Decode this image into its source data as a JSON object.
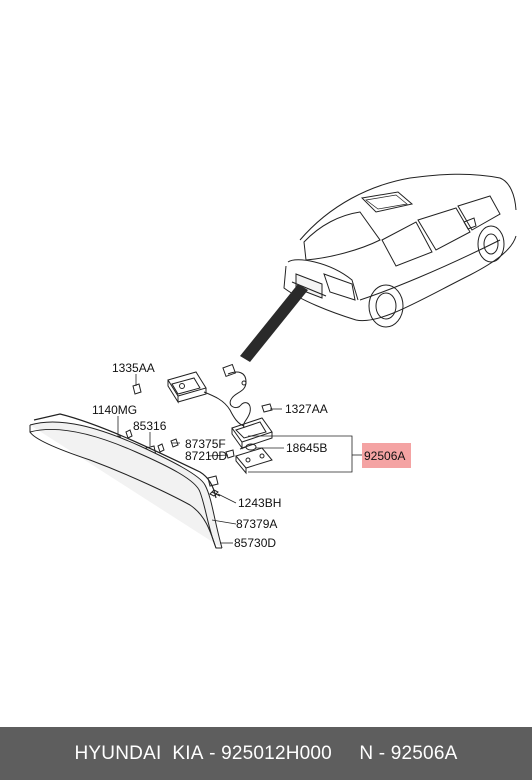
{
  "parts": {
    "p1335AA": "1335AA",
    "p1140MG": "1140MG",
    "p85316": "85316",
    "p87375F": "87375F",
    "p87210D": "87210D",
    "p1327AA": "1327AA",
    "p18645B": "18645B",
    "p92506A": "92506A",
    "p1243BH": "1243BH",
    "p87379A": "87379A",
    "p85730D": "85730D"
  },
  "colors": {
    "highlight": "#f4a3a3",
    "footer_bg": "#5e5e5e",
    "footer_text": "#ffffff"
  },
  "footer": {
    "brand": "HYUNDAI  KIA",
    "sep1": " - ",
    "oem": "925012H000",
    "gap": "     ",
    "cross": "N - 92506A"
  }
}
